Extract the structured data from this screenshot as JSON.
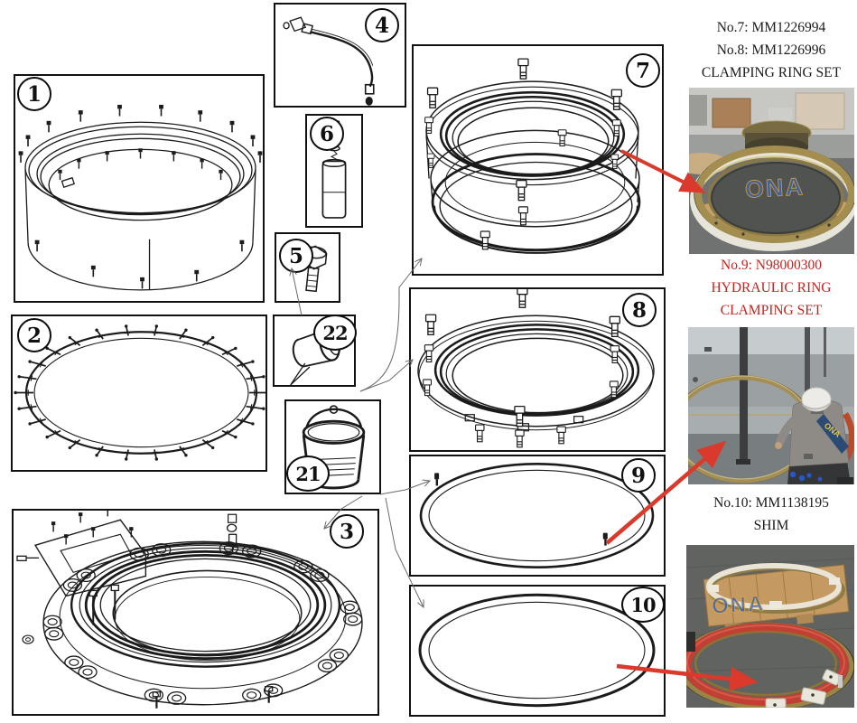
{
  "callouts": {
    "c1": "1",
    "c2": "2",
    "c3": "3",
    "c4": "4",
    "c5": "5",
    "c6": "6",
    "c7": "7",
    "c8": "8",
    "c9": "9",
    "c10": "10",
    "c21": "21",
    "c22": "22"
  },
  "annotations": {
    "set_7_8": {
      "line1": "No.7: MM1226994",
      "line2": "No.8: MM1226996",
      "line3": "CLAMPING RING SET"
    },
    "set_9": {
      "line1": "No.9: N98000300",
      "line2": "HYDRAULIC RING",
      "line3": "CLAMPING SET"
    },
    "set_10": {
      "line1": "No.10: MM1138195",
      "line2": "SHIM"
    }
  },
  "photos": {
    "watermark": "ONA"
  },
  "colors": {
    "arrow_red": "#d93a2b",
    "label_red": "#c5231f",
    "line_black": "#1b1b1b",
    "brass": "#a08c4e"
  }
}
